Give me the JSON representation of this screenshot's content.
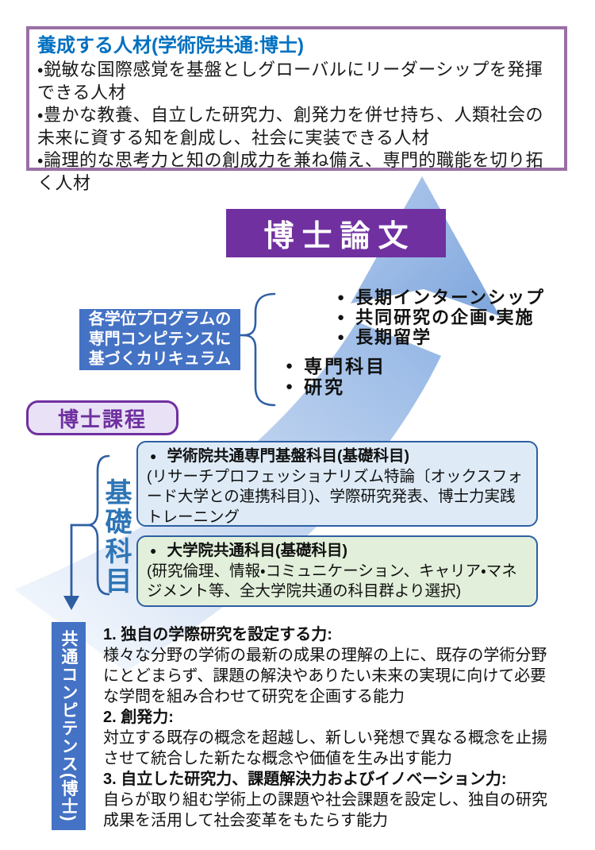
{
  "header_box": {
    "title": "養成する人材(学術院共通:博士)",
    "bullets": [
      "・鋭敏な国際感覚を基盤としグローバルにリーダーシップを発揮できる人材",
      "・豊かな教養、自立した研究力、創発力を併せ持ち、人類社会の未来に資する知を創成し、社会に実装できる人材",
      "・論理的な思考力と知の創成力を兼ね備え、専門的職能を切り拓く人材"
    ]
  },
  "thesis_banner": {
    "label": "博士論文"
  },
  "program_box": {
    "lines": [
      "各学位プログラムの",
      "専門コンピテンスに",
      "基づくカリキュラム"
    ]
  },
  "curriculum": {
    "advanced_items": [
      "長期インターンシップ",
      "共同研究の企画・実施",
      "長期留学"
    ],
    "core_items": [
      "専門科目",
      "研究"
    ]
  },
  "course_badge": {
    "label": "博士課程"
  },
  "foundation": {
    "label": "基礎科目",
    "boxes": [
      {
        "title": "学術院共通専門基盤科目(基礎科目)",
        "body": "(リサーチプロフェッショナリズム特論〔オックスフォード大学との連携科目〕)、学際研究発表、博士力実践トレーニング"
      },
      {
        "title": "大学院共通科目(基礎科目)",
        "body": "(研究倫理、情報・コミュニケーション、キャリア・マネジメント等、全大学院共通の科目群より選択)"
      }
    ]
  },
  "competence_bar": {
    "label": "共通コンピテンス(博士)"
  },
  "competencies": [
    {
      "title": "1. 独自の学際研究を設定する力:",
      "body": "様々な分野の学術の最新の成果の理解の上に、既存の学術分野にとどまらず、課題の解決やありたい未来の実現に向けて必要な学問を組み合わせて研究を企画する能力"
    },
    {
      "title": "2. 創発力:",
      "body": "対立する既存の概念を超越し、新しい発想で異なる概念を止揚させて統合した新たな概念や価値を生み出す能力"
    },
    {
      "title": "3. 自立した研究力、課題解決力およびイノベーション力:",
      "body": "自らが取り組む学術上の課題や社会課題を設定し、独自の研究成果を活用して社会変革をもたらす能力"
    }
  ],
  "markers": {
    "dot": "●"
  },
  "colors": {
    "header_border": "#9a6fa5",
    "header_title": "#0070c0",
    "thesis_purple": "#7030a0",
    "accent_blue": "#4472c4",
    "line_blue": "#2e5fa3",
    "box1_fill": "#deebf7",
    "box2_fill": "#e2efda",
    "badge_fill": "#e9e2f6",
    "foundation_label_blue": "#2e75b6",
    "swoosh_light": "#f2f7fd",
    "swoosh_dark": "#85abdf"
  }
}
